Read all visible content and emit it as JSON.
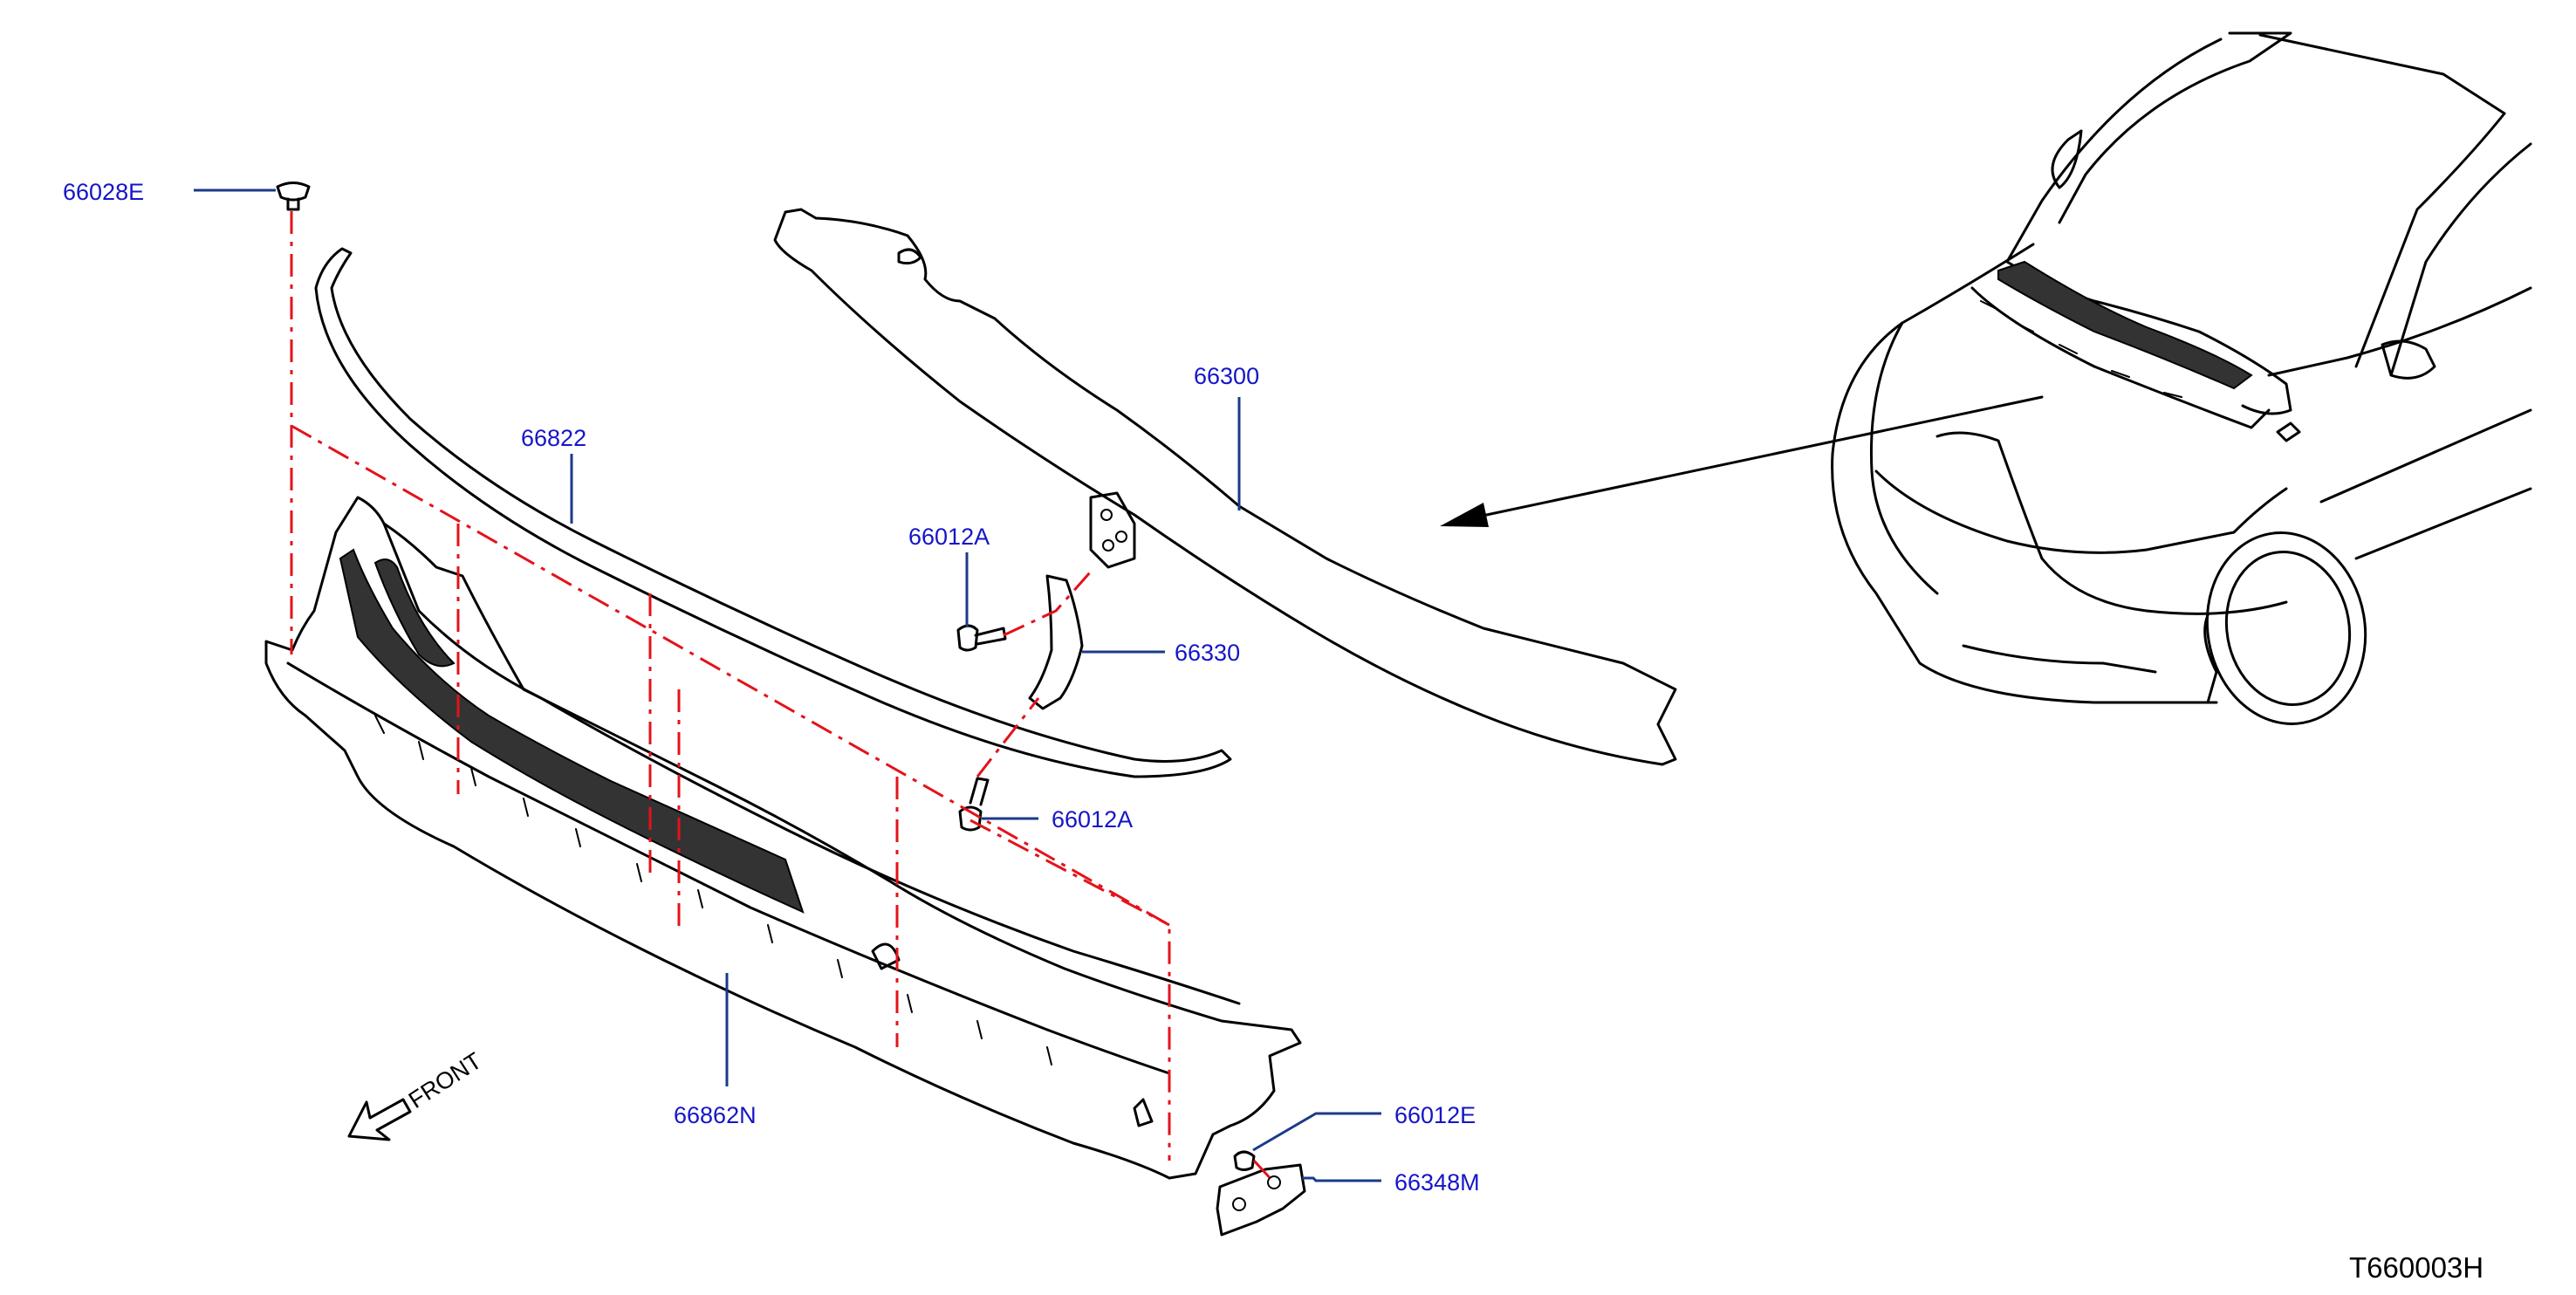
{
  "colors": {
    "label": "#1515c8",
    "leader": "#1a3a8a",
    "assembly_line": "#e3131b",
    "outline": "#000000"
  },
  "labels": {
    "p66028E": "66028E",
    "p66822": "66822",
    "p66300": "66300",
    "p66012A_top": "66012A",
    "p66330": "66330",
    "p66012A_bottom": "66012A",
    "p66862N": "66862N",
    "p66012E": "66012E",
    "p66348M": "66348M"
  },
  "front_label": "FRONT",
  "diagram_code": "T660003H"
}
